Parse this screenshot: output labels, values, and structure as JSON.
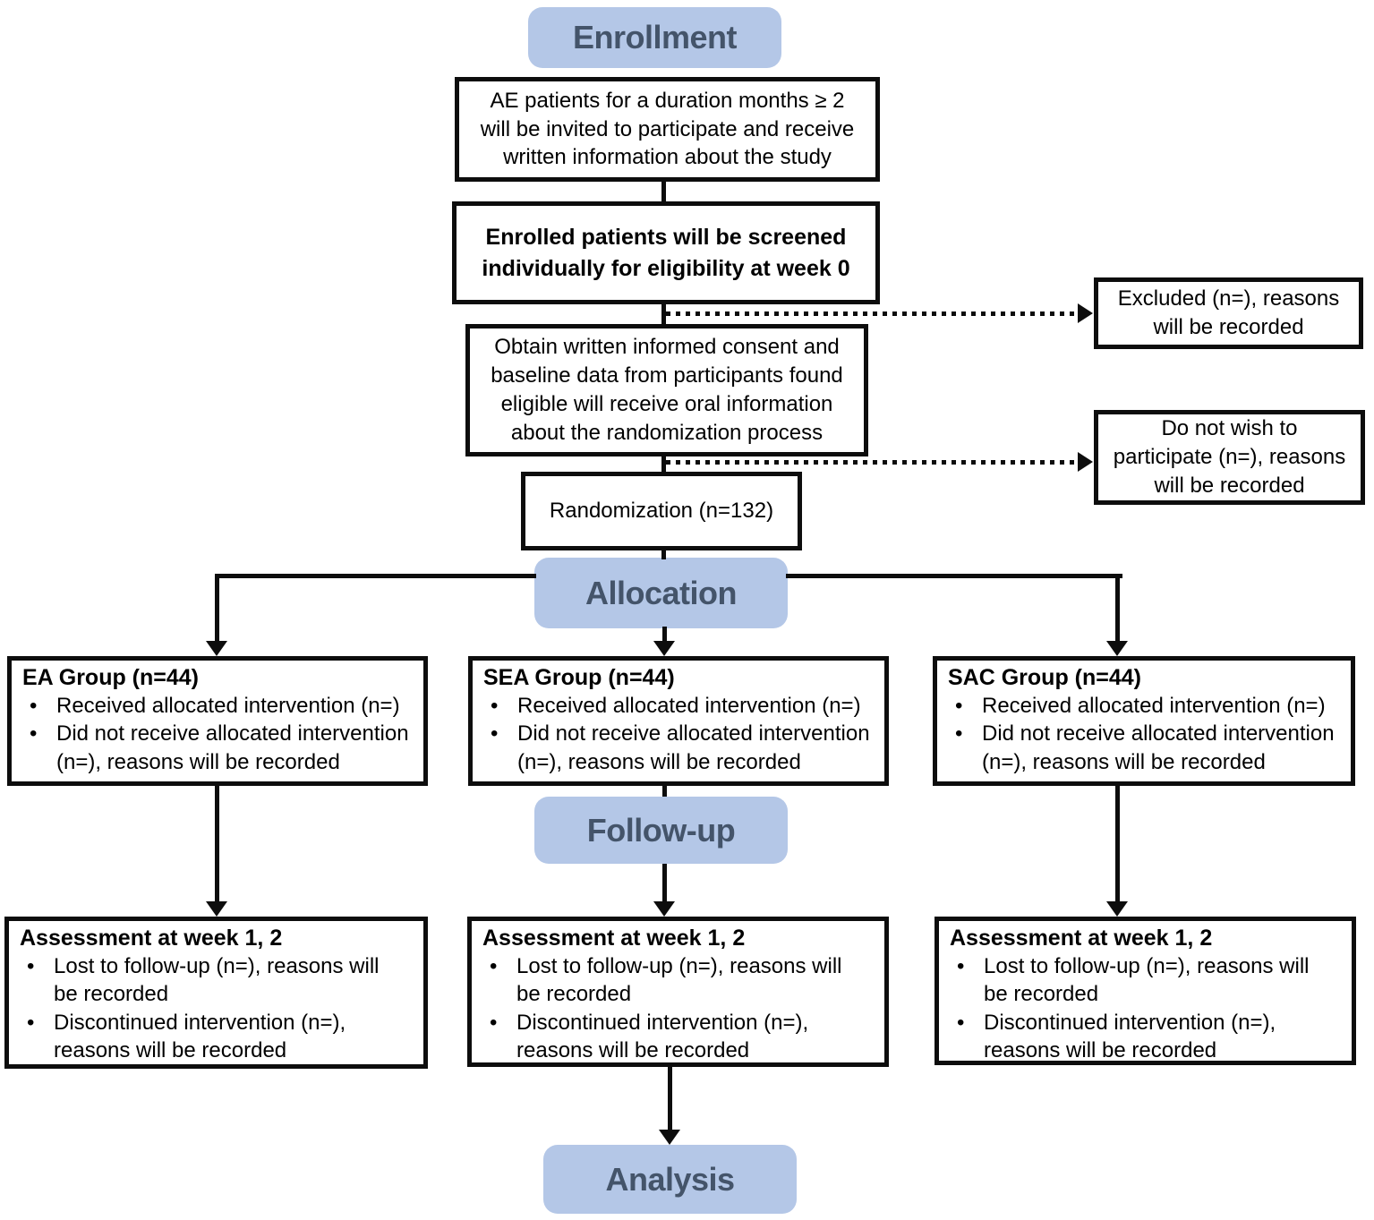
{
  "colors": {
    "badge_fill": "#b4c7e7",
    "badge_text": "#44546a",
    "line": "#0d0d0d",
    "box_bg": "#ffffff"
  },
  "bullet_char": "•",
  "stages": {
    "enrollment": "Enrollment",
    "allocation": "Allocation",
    "followup": "Follow-up",
    "analysis": "Analysis"
  },
  "flow": {
    "invite": "AE patients for a duration months ≥ 2\nwill be invited to participate and receive\nwritten information about the study",
    "screening": "Enrolled patients will be screened\nindividually for eligibility at week 0",
    "excluded": "Excluded (n=), reasons\nwill be recorded",
    "consent": "Obtain written informed consent and\nbaseline data from participants found\neligible  will receive oral information\nabout the randomization process",
    "decline": "Do not wish to\nparticipate (n=), reasons\nwill be recorded",
    "randomization": "Randomization (n=132)"
  },
  "groups": [
    {
      "title": "EA Group (n=44)",
      "bullets": [
        "Received allocated intervention (n=)",
        "Did not receive allocated intervention\n(n=), reasons will be recorded"
      ]
    },
    {
      "title": "SEA Group (n=44)",
      "bullets": [
        "Received allocated intervention (n=)",
        "Did not receive allocated intervention\n(n=), reasons will be recorded"
      ]
    },
    {
      "title": "SAC Group (n=44)",
      "bullets": [
        "Received allocated intervention (n=)",
        "Did not receive allocated intervention\n(n=), reasons will be recorded"
      ]
    }
  ],
  "assessments": [
    {
      "title": "Assessment at week 1, 2",
      "bullets": [
        "Lost to follow-up (n=), reasons will\nbe recorded",
        "Discontinued intervention (n=),\nreasons will be recorded"
      ]
    },
    {
      "title": "Assessment at week 1, 2",
      "bullets": [
        "Lost to follow-up (n=), reasons will\nbe recorded",
        "Discontinued intervention (n=),\nreasons will be recorded"
      ]
    },
    {
      "title": "Assessment at week 1, 2",
      "bullets": [
        "Lost to follow-up (n=), reasons will\nbe recorded",
        "Discontinued intervention (n=),\nreasons will be recorded"
      ]
    }
  ]
}
